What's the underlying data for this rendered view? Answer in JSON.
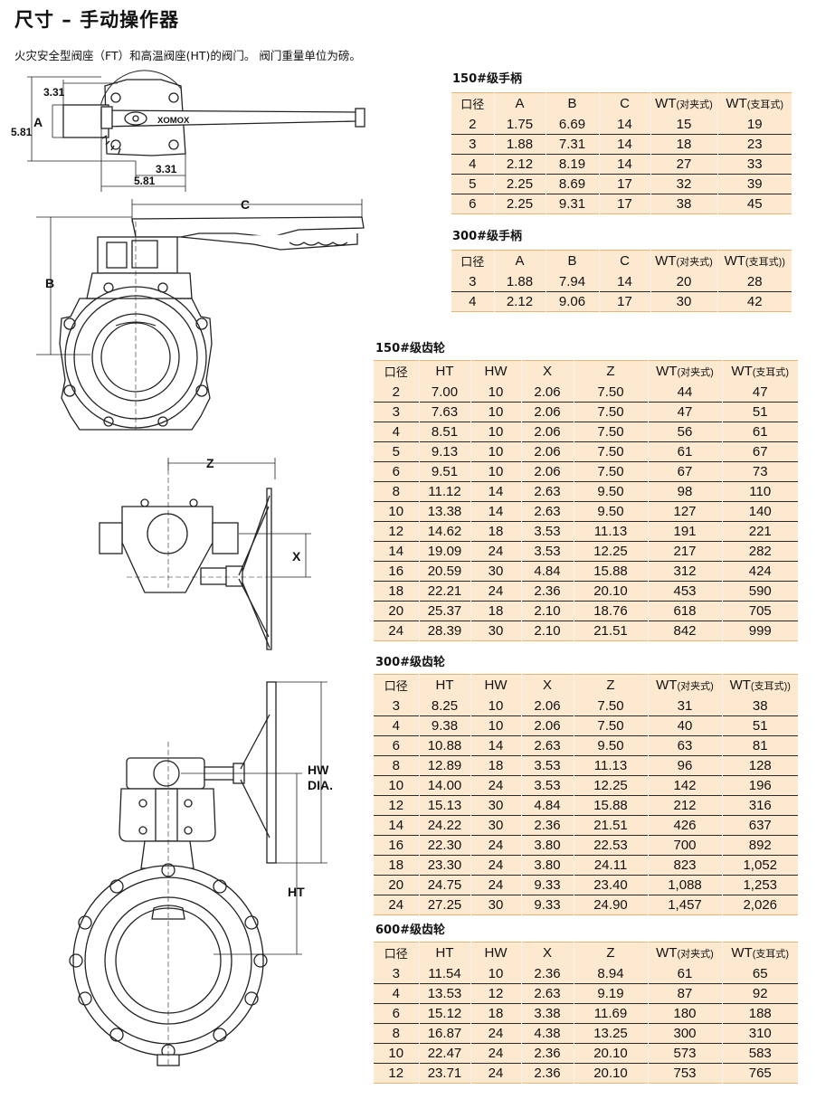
{
  "page": {
    "title": "尺寸 – 手动操作器",
    "subtitle": "火灾安全型阀座（FT）和高温阀座(HT)的阀门。 阀门重量单位为磅。"
  },
  "drawing": {
    "labels": {
      "d331_top": "3.31",
      "A": "A",
      "d581_left": "5.81",
      "d331_bottom": "3.31",
      "d581_bottom": "5.81",
      "C": "C",
      "B": "B",
      "Z": "Z",
      "X": "X",
      "HW": "HW",
      "DIA": "DIA.",
      "HT": "HT",
      "brand": "XOMOX"
    }
  },
  "tables": [
    {
      "id": "handle-150",
      "title": "150#级手柄",
      "headers": [
        {
          "text": "口径",
          "kou": true
        },
        {
          "text": "A"
        },
        {
          "text": "B"
        },
        {
          "text": "C"
        },
        {
          "text": "WT",
          "suffix": "(对夹式)"
        },
        {
          "text": "WT",
          "suffix": "(支耳式)"
        }
      ],
      "widths": [
        47,
        57,
        59,
        57,
        74,
        82
      ],
      "rows": [
        [
          "2",
          "1.75",
          "6.69",
          "14",
          "15",
          "19"
        ],
        [
          "3",
          "1.88",
          "7.31",
          "14",
          "18",
          "23"
        ],
        [
          "4",
          "2.12",
          "8.19",
          "14",
          "27",
          "33"
        ],
        [
          "5",
          "2.25",
          "8.69",
          "17",
          "32",
          "39"
        ],
        [
          "6",
          "2.25",
          "9.31",
          "17",
          "38",
          "45"
        ]
      ]
    },
    {
      "id": "handle-300",
      "title": "300#级手柄",
      "headers": [
        {
          "text": "口径",
          "kou": true
        },
        {
          "text": "A"
        },
        {
          "text": "B"
        },
        {
          "text": "C"
        },
        {
          "text": "WT",
          "suffix": "(对夹式)"
        },
        {
          "text": "WT",
          "suffix": "(支耳式))"
        }
      ],
      "widths": [
        47,
        57,
        59,
        57,
        74,
        82
      ],
      "rows": [
        [
          "3",
          "1.88",
          "7.94",
          "14",
          "20",
          "28"
        ],
        [
          "4",
          "2.12",
          "9.06",
          "17",
          "30",
          "42"
        ]
      ]
    },
    {
      "id": "gear-150",
      "title": "150#级齿轮",
      "headers": [
        {
          "text": "口径",
          "kou": true
        },
        {
          "text": "HT"
        },
        {
          "text": "HW"
        },
        {
          "text": "X"
        },
        {
          "text": "Z"
        },
        {
          "text": "WT",
          "suffix": "(对夹式)"
        },
        {
          "text": "WT",
          "suffix": "(支耳式)"
        }
      ],
      "widths": [
        50,
        57,
        56,
        58,
        82,
        82,
        84
      ],
      "rows": [
        [
          "2",
          "7.00",
          "10",
          "2.06",
          "7.50",
          "44",
          "47"
        ],
        [
          "3",
          "7.63",
          "10",
          "2.06",
          "7.50",
          "47",
          "51"
        ],
        [
          "4",
          "8.51",
          "10",
          "2.06",
          "7.50",
          "56",
          "61"
        ],
        [
          "5",
          "9.13",
          "10",
          "2.06",
          "7.50",
          "61",
          "67"
        ],
        [
          "6",
          "9.51",
          "10",
          "2.06",
          "7.50",
          "67",
          "73"
        ],
        [
          "8",
          "11.12",
          "14",
          "2.63",
          "9.50",
          "98",
          "110"
        ],
        [
          "10",
          "13.38",
          "14",
          "2.63",
          "9.50",
          "127",
          "140"
        ],
        [
          "12",
          "14.62",
          "18",
          "3.53",
          "11.13",
          "191",
          "221"
        ],
        [
          "14",
          "19.09",
          "24",
          "3.53",
          "12.25",
          "217",
          "282"
        ],
        [
          "16",
          "20.59",
          "30",
          "4.84",
          "15.88",
          "312",
          "424"
        ],
        [
          "18",
          "22.21",
          "24",
          "2.36",
          "20.10",
          "453",
          "590"
        ],
        [
          "20",
          "25.37",
          "18",
          "2.10",
          "18.76",
          "618",
          "705"
        ],
        [
          "24",
          "28.39",
          "30",
          "2.10",
          "21.51",
          "842",
          "999"
        ]
      ]
    },
    {
      "id": "gear-300",
      "title": "300#级齿轮",
      "headers": [
        {
          "text": "口径",
          "kou": true
        },
        {
          "text": "HT"
        },
        {
          "text": "HW"
        },
        {
          "text": "X"
        },
        {
          "text": "Z"
        },
        {
          "text": "WT",
          "suffix": "(对夹式)"
        },
        {
          "text": "WT",
          "suffix": "(支耳式))"
        }
      ],
      "widths": [
        50,
        57,
        56,
        58,
        82,
        82,
        84
      ],
      "rows": [
        [
          "3",
          "8.25",
          "10",
          "2.06",
          "7.50",
          "31",
          "38"
        ],
        [
          "4",
          "9.38",
          "10",
          "2.06",
          "7.50",
          "40",
          "51"
        ],
        [
          "6",
          "10.88",
          "14",
          "2.63",
          "9.50",
          "63",
          "81"
        ],
        [
          "8",
          "12.89",
          "18",
          "3.53",
          "11.13",
          "96",
          "128"
        ],
        [
          "10",
          "14.00",
          "24",
          "3.53",
          "12.25",
          "142",
          "196"
        ],
        [
          "12",
          "15.13",
          "30",
          "4.84",
          "15.88",
          "212",
          "316"
        ],
        [
          "14",
          "24.22",
          "30",
          "2.36",
          "21.51",
          "426",
          "637"
        ],
        [
          "16",
          "22.30",
          "24",
          "3.80",
          "22.53",
          "700",
          "892"
        ],
        [
          "18",
          "23.30",
          "24",
          "3.80",
          "24.11",
          "823",
          "1,052"
        ],
        [
          "20",
          "24.75",
          "24",
          "9.33",
          "23.40",
          "1,088",
          "1,253"
        ],
        [
          "24",
          "27.25",
          "30",
          "9.33",
          "24.90",
          "1,457",
          "2,026"
        ]
      ]
    },
    {
      "id": "gear-600",
      "title": "600#级齿轮",
      "headers": [
        {
          "text": "口径",
          "kou": true
        },
        {
          "text": "HT"
        },
        {
          "text": "HW"
        },
        {
          "text": "X"
        },
        {
          "text": "Z"
        },
        {
          "text": "WT",
          "suffix": "(对夹式)"
        },
        {
          "text": "WT",
          "suffix": "(支耳式)"
        }
      ],
      "widths": [
        50,
        57,
        56,
        58,
        82,
        82,
        84
      ],
      "rows": [
        [
          "3",
          "11.54",
          "10",
          "2.36",
          "8.94",
          "61",
          "65"
        ],
        [
          "4",
          "13.53",
          "12",
          "2.63",
          "9.19",
          "87",
          "92"
        ],
        [
          "6",
          "15.12",
          "18",
          "3.38",
          "11.69",
          "180",
          "188"
        ],
        [
          "8",
          "16.87",
          "24",
          "4.38",
          "13.25",
          "300",
          "310"
        ],
        [
          "10",
          "22.47",
          "24",
          "2.36",
          "20.10",
          "573",
          "583"
        ],
        [
          "12",
          "23.71",
          "24",
          "2.36",
          "20.10",
          "753",
          "765"
        ]
      ]
    }
  ]
}
